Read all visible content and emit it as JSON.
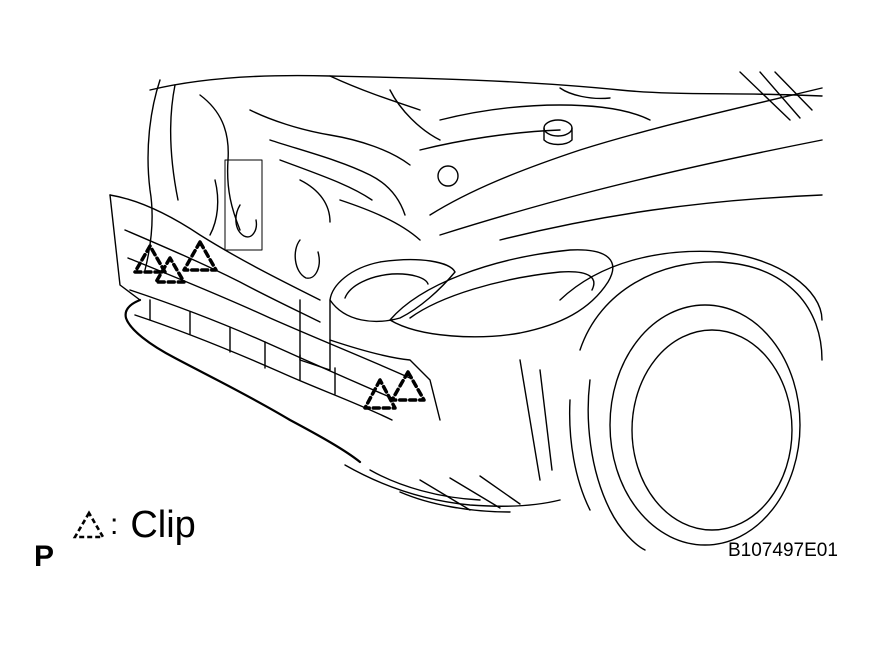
{
  "legend": {
    "symbol": "clip-symbol-icon",
    "separator": ":",
    "label": "Clip"
  },
  "view_letter": "P",
  "figure_code": "B107497E01",
  "colors": {
    "line": "#000000",
    "background": "#ffffff"
  }
}
